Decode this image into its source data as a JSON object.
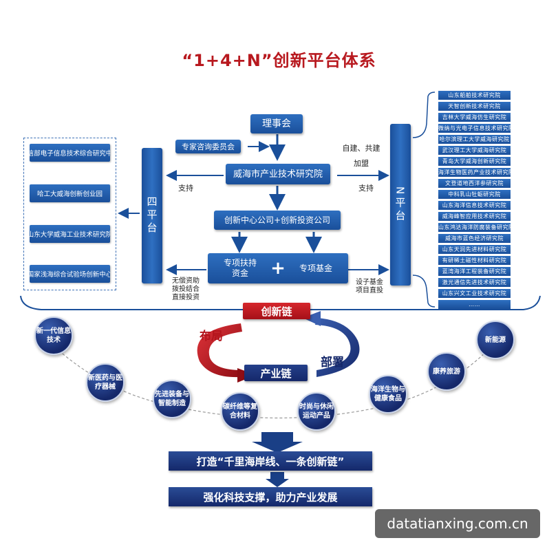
{
  "title": "“1+4+N”创新平台体系",
  "center": {
    "council": "理事会",
    "expert": "专家咨询委员会",
    "institute": "威海市产业技术研究院",
    "company": "创新中心公司+创新投资公司",
    "fund_a": "专项扶持\n资金",
    "plus": "+",
    "fund_b": "专项基金"
  },
  "left": {
    "bar": "四平台",
    "items": [
      "工信部电子信息技术综合研究中心",
      "哈工大威海创新创业园",
      "山东大学威海工业技术研究院",
      "国家浅海综合试验场创新中心"
    ],
    "support": "支持",
    "invest": "无偿资助\n拨投结合\n直接投资"
  },
  "right": {
    "bar": "N平台",
    "build": "自建、共建\n加盟",
    "support": "支持",
    "invest": "设子基金\n项目直投",
    "items": [
      "山东船舶技术研究院",
      "天智创新技术研究院",
      "吉林大学威海仿生研究院",
      "微纳与光电子信息技术研究院",
      "哈尔滨理工大学威海研究院",
      "武汉理工大学威海研究院",
      "青岛大学威海创新研究院",
      "海洋生物医药产业技术研究院",
      "文登道地西洋参研究院",
      "中科乳山牡蛎研究院",
      "山东海洋信息技术研究院",
      "威海峰智应用技术研究院",
      "山东鸿达海洋防腐装备研究院",
      "威海市蓝色经济研究院",
      "山东天润先进材料研究院",
      "有研稀土磁性材料研究院",
      "蓝湾海洋工程装备研究院",
      "激光通信先进技术研究院",
      "山东兴文工业技术研究院",
      "……"
    ]
  },
  "chain": {
    "innovation": "创新链",
    "industry": "产业链",
    "layout": "布局",
    "deploy": "部署"
  },
  "industries": [
    "新一代信息技术",
    "新医药与医疗器械",
    "先进装备与智能制造",
    "碳纤维等复合材料",
    "时尚与休闲运动产品",
    "海洋生物与健康食品",
    "康养旅游",
    "新能源"
  ],
  "banners": [
    "打造“千里海岸线、一条创新链”",
    "强化科技支撑，助力产业发展"
  ],
  "watermark": "datatianxing.com.cn",
  "colors": {
    "title": "#b8191f",
    "blue": "#1a4f9a",
    "navy": "#15286a",
    "red": "#c81e25"
  }
}
